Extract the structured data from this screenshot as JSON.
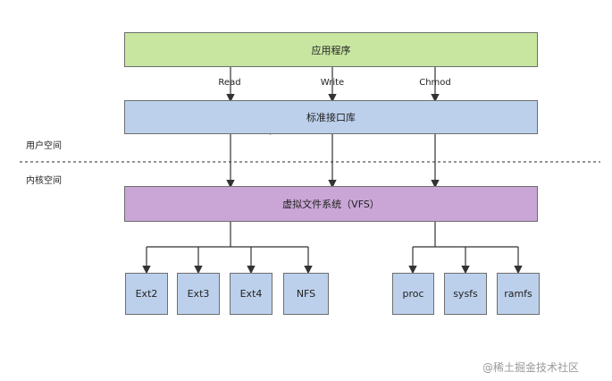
{
  "layers": {
    "app": {
      "label": "应用程序",
      "fill": "#c8e6a0"
    },
    "std": {
      "label": "标准接口库",
      "fill": "#bcd0ec"
    },
    "vfs": {
      "label": "虚拟文件系统（VFS）",
      "fill": "#c9a6d6"
    }
  },
  "calls": [
    "Read",
    "Write",
    "Chmod"
  ],
  "spaces": {
    "user": "用户空间",
    "kernel": "内核空间"
  },
  "filesystems": {
    "left": [
      "Ext2",
      "Ext3",
      "Ext4",
      "NFS"
    ],
    "right": [
      "proc",
      "sysfs",
      "ramfs"
    ],
    "fill": "#bcd0ec"
  },
  "watermark": "@稀土掘金技术社区"
}
